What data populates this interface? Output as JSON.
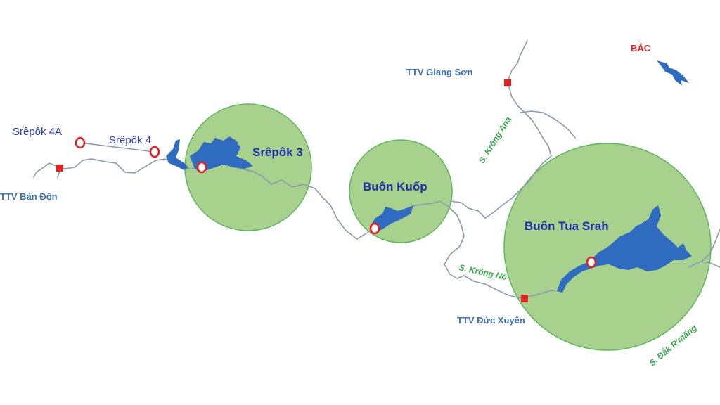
{
  "map": {
    "north_label": "BẮC",
    "reservoirs": {
      "srepok3": "Srêpôk 3",
      "buon_kuop": "Buôn Kuốp",
      "buon_tua_srah": "Buôn Tua Srah"
    },
    "plants": {
      "srepok4a": "Srêpôk 4A",
      "srepok4": "Srêpôk 4"
    },
    "stations": {
      "ban_don": "TTV Bản Đôn",
      "giang_son": "TTV Giang Sơn",
      "duc_xuyen": "TTV Đức Xuyên"
    },
    "rivers": {
      "krong_ana": "S. Krông Ana",
      "krong_no": "S. Krông Nô",
      "dak_rmong": "S. Đắk R'măng"
    },
    "colors": {
      "zone_fill": "#a9d18e",
      "zone_stroke": "#5cb85c",
      "water": "#2f6bbf",
      "river_line": "#8a9bb0",
      "plant_marker": "#e02424",
      "station_marker": "#e02424"
    }
  }
}
